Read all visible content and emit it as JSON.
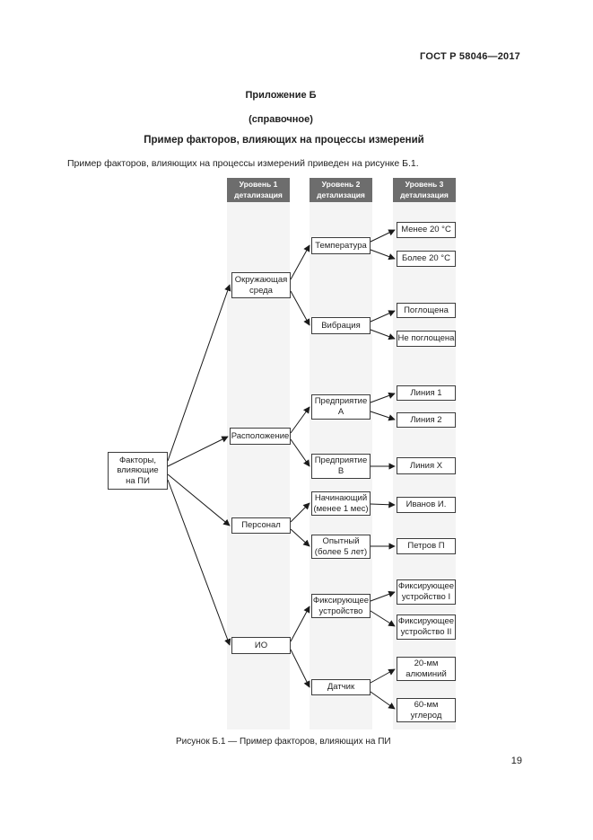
{
  "page": {
    "header_right": "ГОСТ Р 58046—2017",
    "appendix_title": "Приложение Б",
    "appendix_subtitle": "(справочное)",
    "section_title": "Пример факторов, влияющих на процессы измерений",
    "intro": "Пример факторов, влияющих на процессы измерений приведен на рисунке Б.1.",
    "figure_caption": "Рисунок Б.1 — Пример факторов, влияющих на ПИ",
    "page_number": "19"
  },
  "diagram": {
    "type": "tree",
    "column_headers": [
      "Уровень 1\nдетализация",
      "Уровень 2\nдетализация",
      "Уровень 3\nдетализация"
    ],
    "root": "Факторы,\nвлияющие\nна ПИ",
    "level1": [
      "Окружающая\nсреда",
      "Расположение",
      "Персонал",
      "ИО"
    ],
    "level2": [
      "Температура",
      "Вибрация",
      "Предприятие\nА",
      "Предприятие\nВ",
      "Начинающий\n(менее 1 мес)",
      "Опытный\n(более 5 лет)",
      "Фиксирующее\nустройство",
      "Датчик"
    ],
    "level3": [
      "Менее 20 °С",
      "Более 20 °С",
      "Поглощена",
      "Не поглощена",
      "Линия 1",
      "Линия 2",
      "Линия X",
      "Иванов И.",
      "Петров П",
      "Фиксирующее\nустройство I",
      "Фиксирующее\nустройство II",
      "20-мм\nалюминий",
      "60-мм\nуглерод"
    ],
    "edges": [
      [
        "root",
        "l1-0"
      ],
      [
        "root",
        "l1-1"
      ],
      [
        "root",
        "l1-2"
      ],
      [
        "root",
        "l1-3"
      ],
      [
        "l1-0",
        "l2-0"
      ],
      [
        "l1-0",
        "l2-1"
      ],
      [
        "l1-1",
        "l2-2"
      ],
      [
        "l1-1",
        "l2-3"
      ],
      [
        "l1-2",
        "l2-4"
      ],
      [
        "l1-2",
        "l2-5"
      ],
      [
        "l1-3",
        "l2-6"
      ],
      [
        "l1-3",
        "l2-7"
      ],
      [
        "l2-0",
        "l3-0"
      ],
      [
        "l2-0",
        "l3-1"
      ],
      [
        "l2-1",
        "l3-2"
      ],
      [
        "l2-1",
        "l3-3"
      ],
      [
        "l2-2",
        "l3-4"
      ],
      [
        "l2-2",
        "l3-5"
      ],
      [
        "l2-3",
        "l3-6"
      ],
      [
        "l2-4",
        "l3-7"
      ],
      [
        "l2-5",
        "l3-8"
      ],
      [
        "l2-6",
        "l3-9"
      ],
      [
        "l2-6",
        "l3-10"
      ],
      [
        "l2-7",
        "l3-11"
      ],
      [
        "l2-7",
        "l3-12"
      ]
    ],
    "colors": {
      "header_bg": "#6d6d6d",
      "header_text": "#ffffff",
      "band_bg": "#f4f4f4",
      "box_border": "#3d3d3d",
      "connector": "#1a1a1a"
    }
  }
}
